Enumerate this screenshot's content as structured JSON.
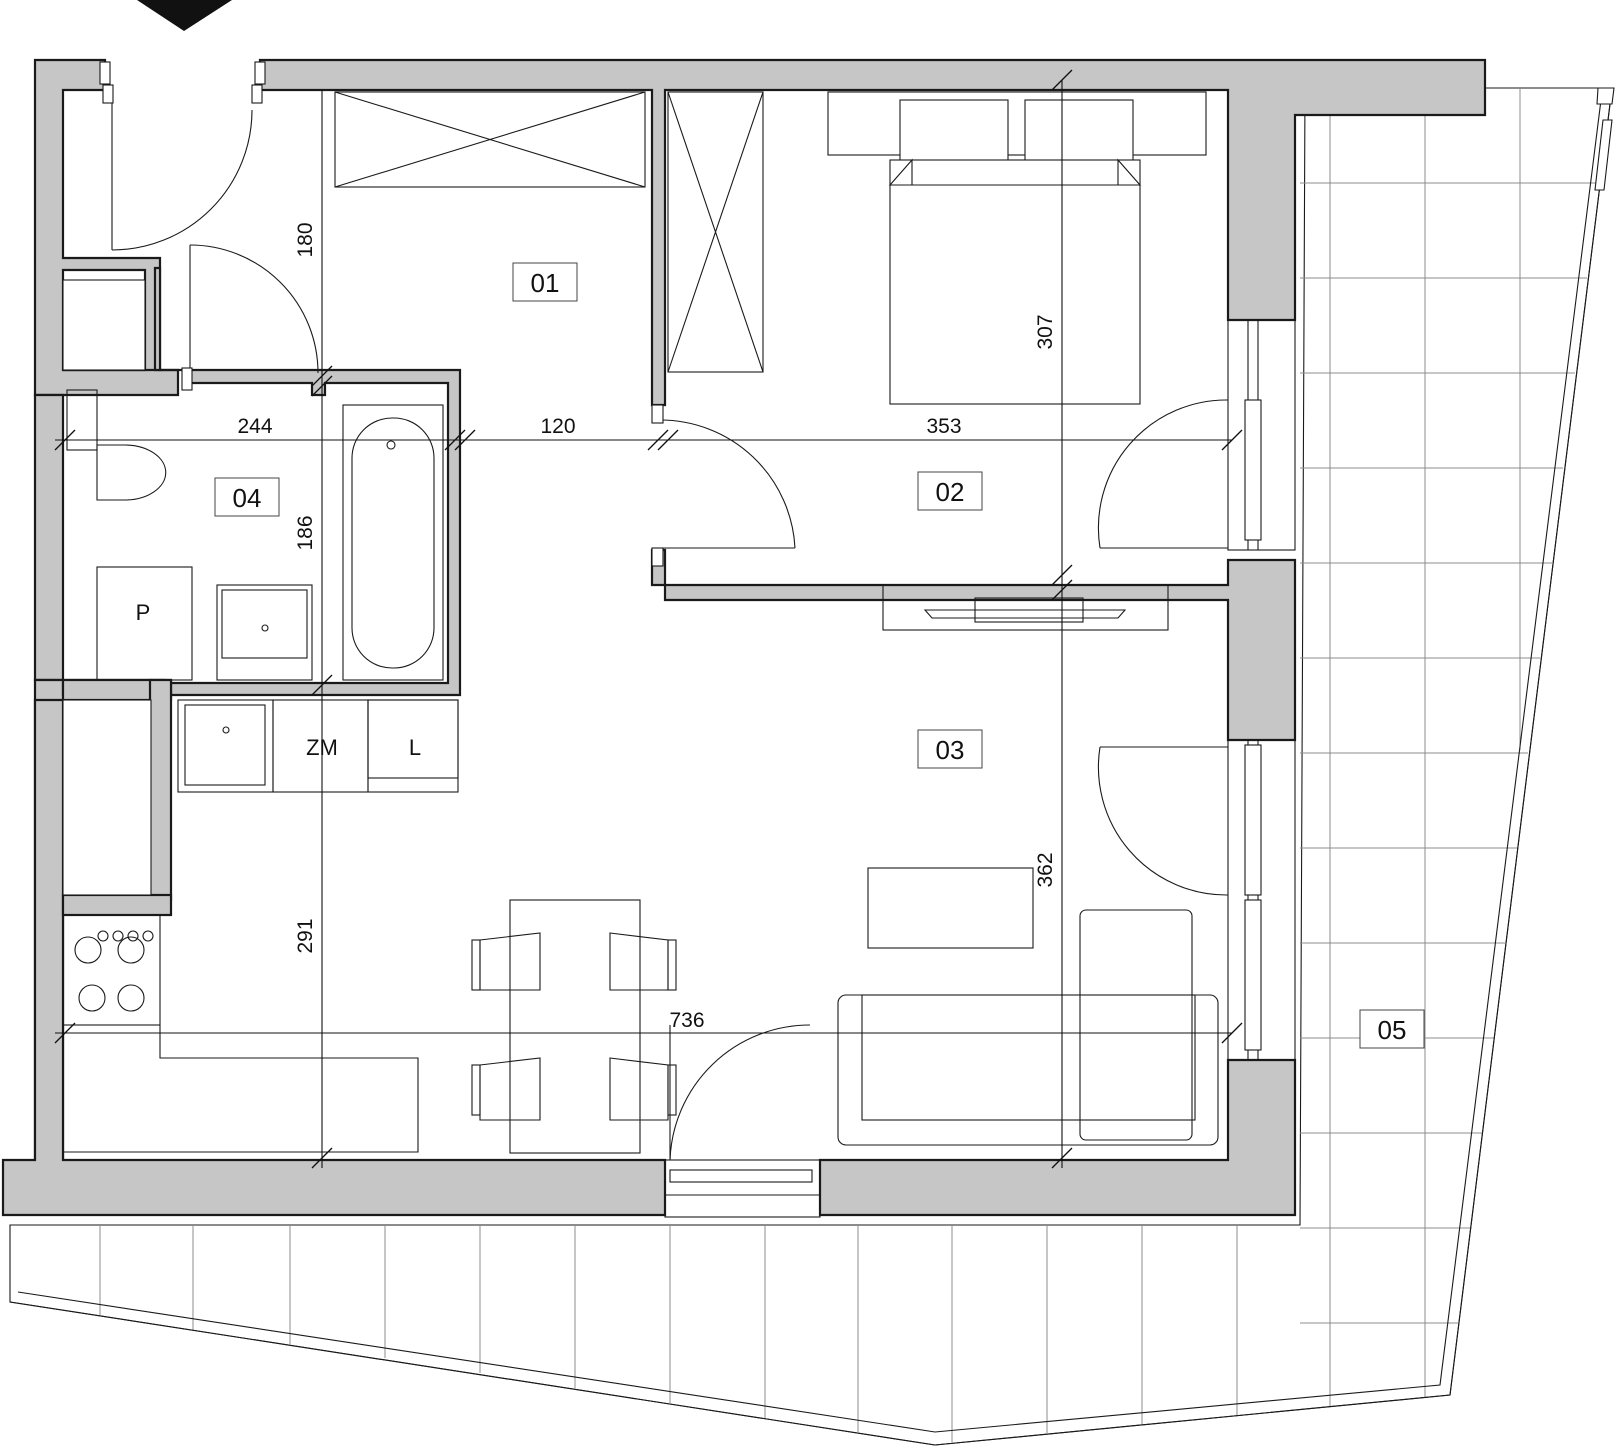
{
  "rooms": [
    {
      "id": "01"
    },
    {
      "id": "02"
    },
    {
      "id": "03"
    },
    {
      "id": "04"
    },
    {
      "id": "05"
    }
  ],
  "fixtures": {
    "p": "P",
    "zm": "ZM",
    "l": "L"
  },
  "dimensions": {
    "d180": "180",
    "d186": "186",
    "d291": "291",
    "d307": "307",
    "d362": "362",
    "d244": "244",
    "d120": "120",
    "d353": "353",
    "d736": "736"
  },
  "colors": {
    "wall_fill": "#c6c6c6",
    "line": "#1a1a1a",
    "grid": "#8c8c8c"
  }
}
